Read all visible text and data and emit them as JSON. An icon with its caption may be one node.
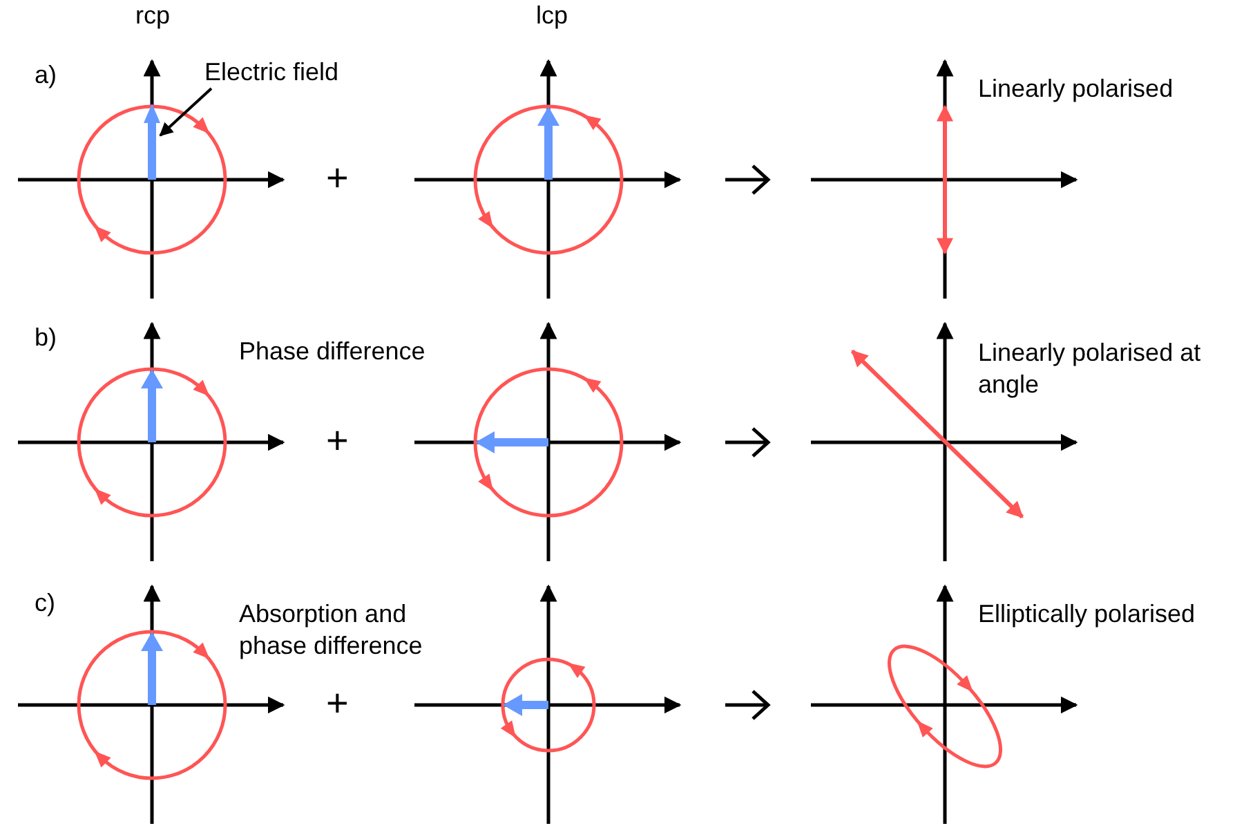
{
  "diagram": {
    "nodes": [
      {
        "text": [
          "Electric field"
        ]
      },
      {
        "text": [],
        "shape": "arrow"
      }
    ],
    "edges": [
      {
        "from": 0,
        "to": 1,
        "arrow": "to"
      }
    ],
    "labels": [
      "rcp",
      "lcp",
      "a)",
      "Linearly polarised",
      "+",
      "b)",
      "Phase difference",
      "Linearly polarised at angle",
      "+",
      "c)",
      "Absorption and phase difference",
      "Elliptically polarised",
      "+"
    ]
  }
}
